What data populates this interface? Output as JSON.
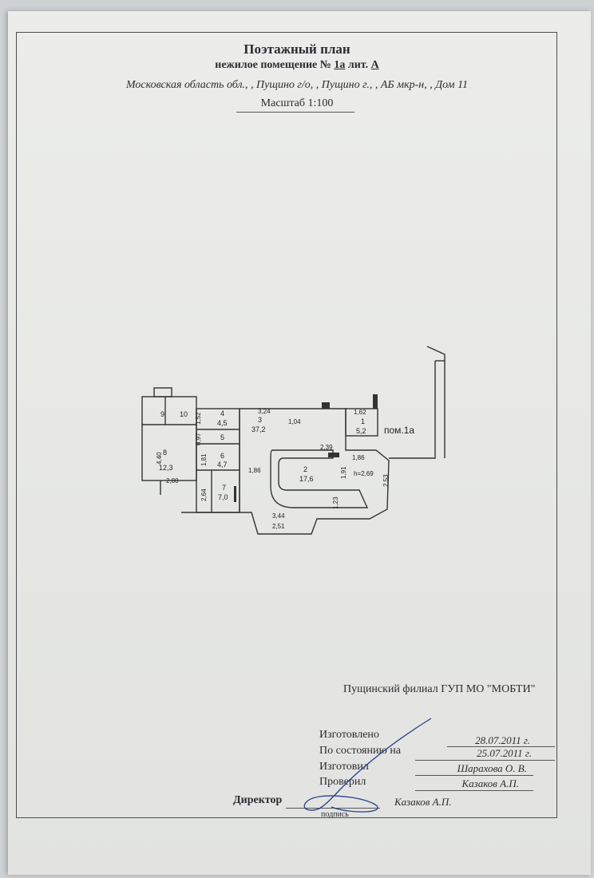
{
  "header": {
    "title": "Поэтажный план",
    "subtitle_prefix": "нежилое помещение  №",
    "room_number": "1а",
    "lit_label": "лит.",
    "lit_value": "А",
    "address": "Московская область обл., , Пущино г/о, , Пущино г., , АБ мкр-н, , Дом 11",
    "scale": "Масштаб 1:100"
  },
  "plan": {
    "rooms": [
      {
        "num": "9",
        "area": ""
      },
      {
        "num": "10",
        "area": ""
      },
      {
        "num": "4",
        "area": "4,5"
      },
      {
        "num": "3",
        "area": "37,2"
      },
      {
        "num": "1",
        "area": "5,2"
      },
      {
        "num": "5",
        "area": ""
      },
      {
        "num": "6",
        "area": "4,7"
      },
      {
        "num": "8",
        "area": "12,3"
      },
      {
        "num": "7",
        "area": "7,0"
      },
      {
        "num": "2",
        "area": "17,6"
      }
    ],
    "dims": [
      "3,24",
      "1,62",
      "1,04",
      "1,52",
      "0,97",
      "2,39",
      "1,86",
      "1,81",
      "1,86",
      "4,40",
      "2,80",
      "2,64",
      "1,91",
      "2,53",
      "1,23",
      "3,44",
      "2,51"
    ],
    "height": "h=2,69",
    "unit_label": "пом.1а"
  },
  "footer": {
    "org": "Пущинский филиал ГУП МО \"МОБТИ\"",
    "made_label": "Изготовлено",
    "made_date": "28.07.2011 г.",
    "state_label": "По состоянию на",
    "state_date": "25.07.2011 г.",
    "maker_label": "Изготовил",
    "maker_name": "Шарахова О. В.",
    "checker_label": "Проверил",
    "checker_name": "Казаков А.П.",
    "director_label": "Директор",
    "director_name": "Казаков А.П.",
    "signature_caption": "подпись"
  }
}
